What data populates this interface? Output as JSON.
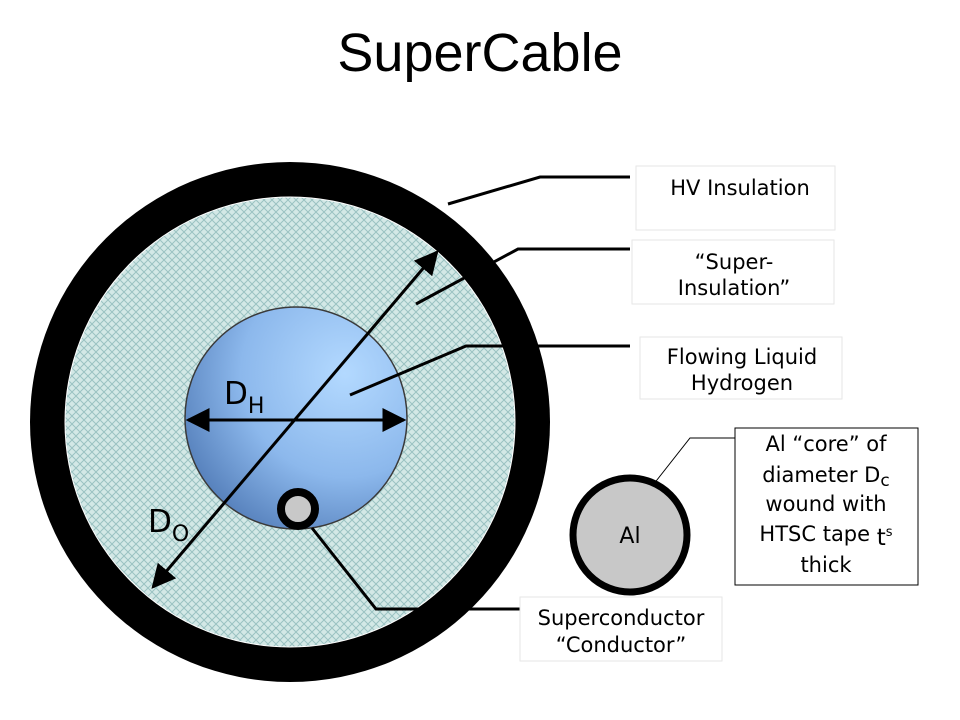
{
  "title": "SuperCable",
  "labels": {
    "hv_insulation": "HV Insulation",
    "super_insulation_line1": "“Super-",
    "super_insulation_line2": "Insulation”",
    "hydrogen_line1": "Flowing Liquid",
    "hydrogen_line2": "Hydrogen",
    "conductor_line1": "Superconductor",
    "conductor_line2": "“Conductor”",
    "core_line1": "Al “core” of",
    "core_line2_prefix": "diameter D",
    "core_line2_subscript": "c",
    "core_line3": "wound with",
    "core_line4_prefix": "HTSC tape ",
    "core_line4_symbol": "t",
    "core_line4_subscript": "s",
    "core_line5": "thick",
    "al_core": "Al"
  },
  "dimensions": {
    "dh_letter": "D",
    "dh_subscript": "H",
    "do_letter": "D",
    "do_subscript": "O"
  },
  "colors": {
    "hv_insulation": "#000000",
    "super_insulation": "#cfe4e4",
    "hydrogen_center": "#a6cdfb",
    "hydrogen_edge": "#5a86c2",
    "conductor": "#c8c8c8",
    "al_core": "#c8c8c8"
  }
}
